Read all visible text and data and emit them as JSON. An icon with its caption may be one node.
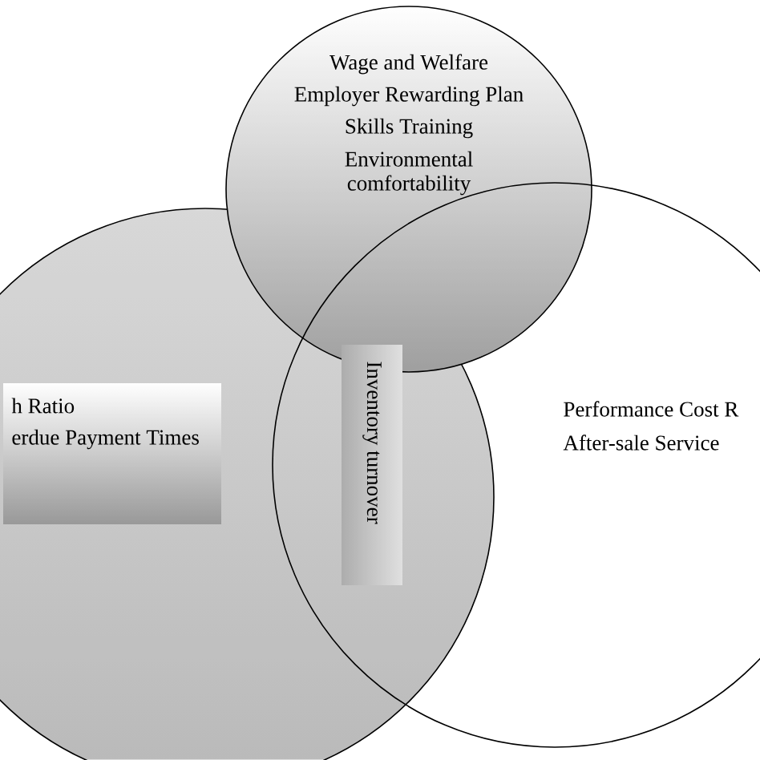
{
  "diagram": {
    "nodes": [
      {
        "text": [
          "Wage and Welfare",
          "Employer Rewarding Plan",
          "Skills Training",
          "Environmental comfortability"
        ]
      },
      {
        "text": [],
        "shape": "circle"
      },
      {
        "text": [
          "h Ratio",
          "erdue Payment Times"
        ],
        "in": 1
      },
      {
        "text": [
          "Inventory turnover"
        ]
      },
      {
        "text": [
          "Performance Cost R",
          "After-sale Service"
        ]
      }
    ]
  }
}
